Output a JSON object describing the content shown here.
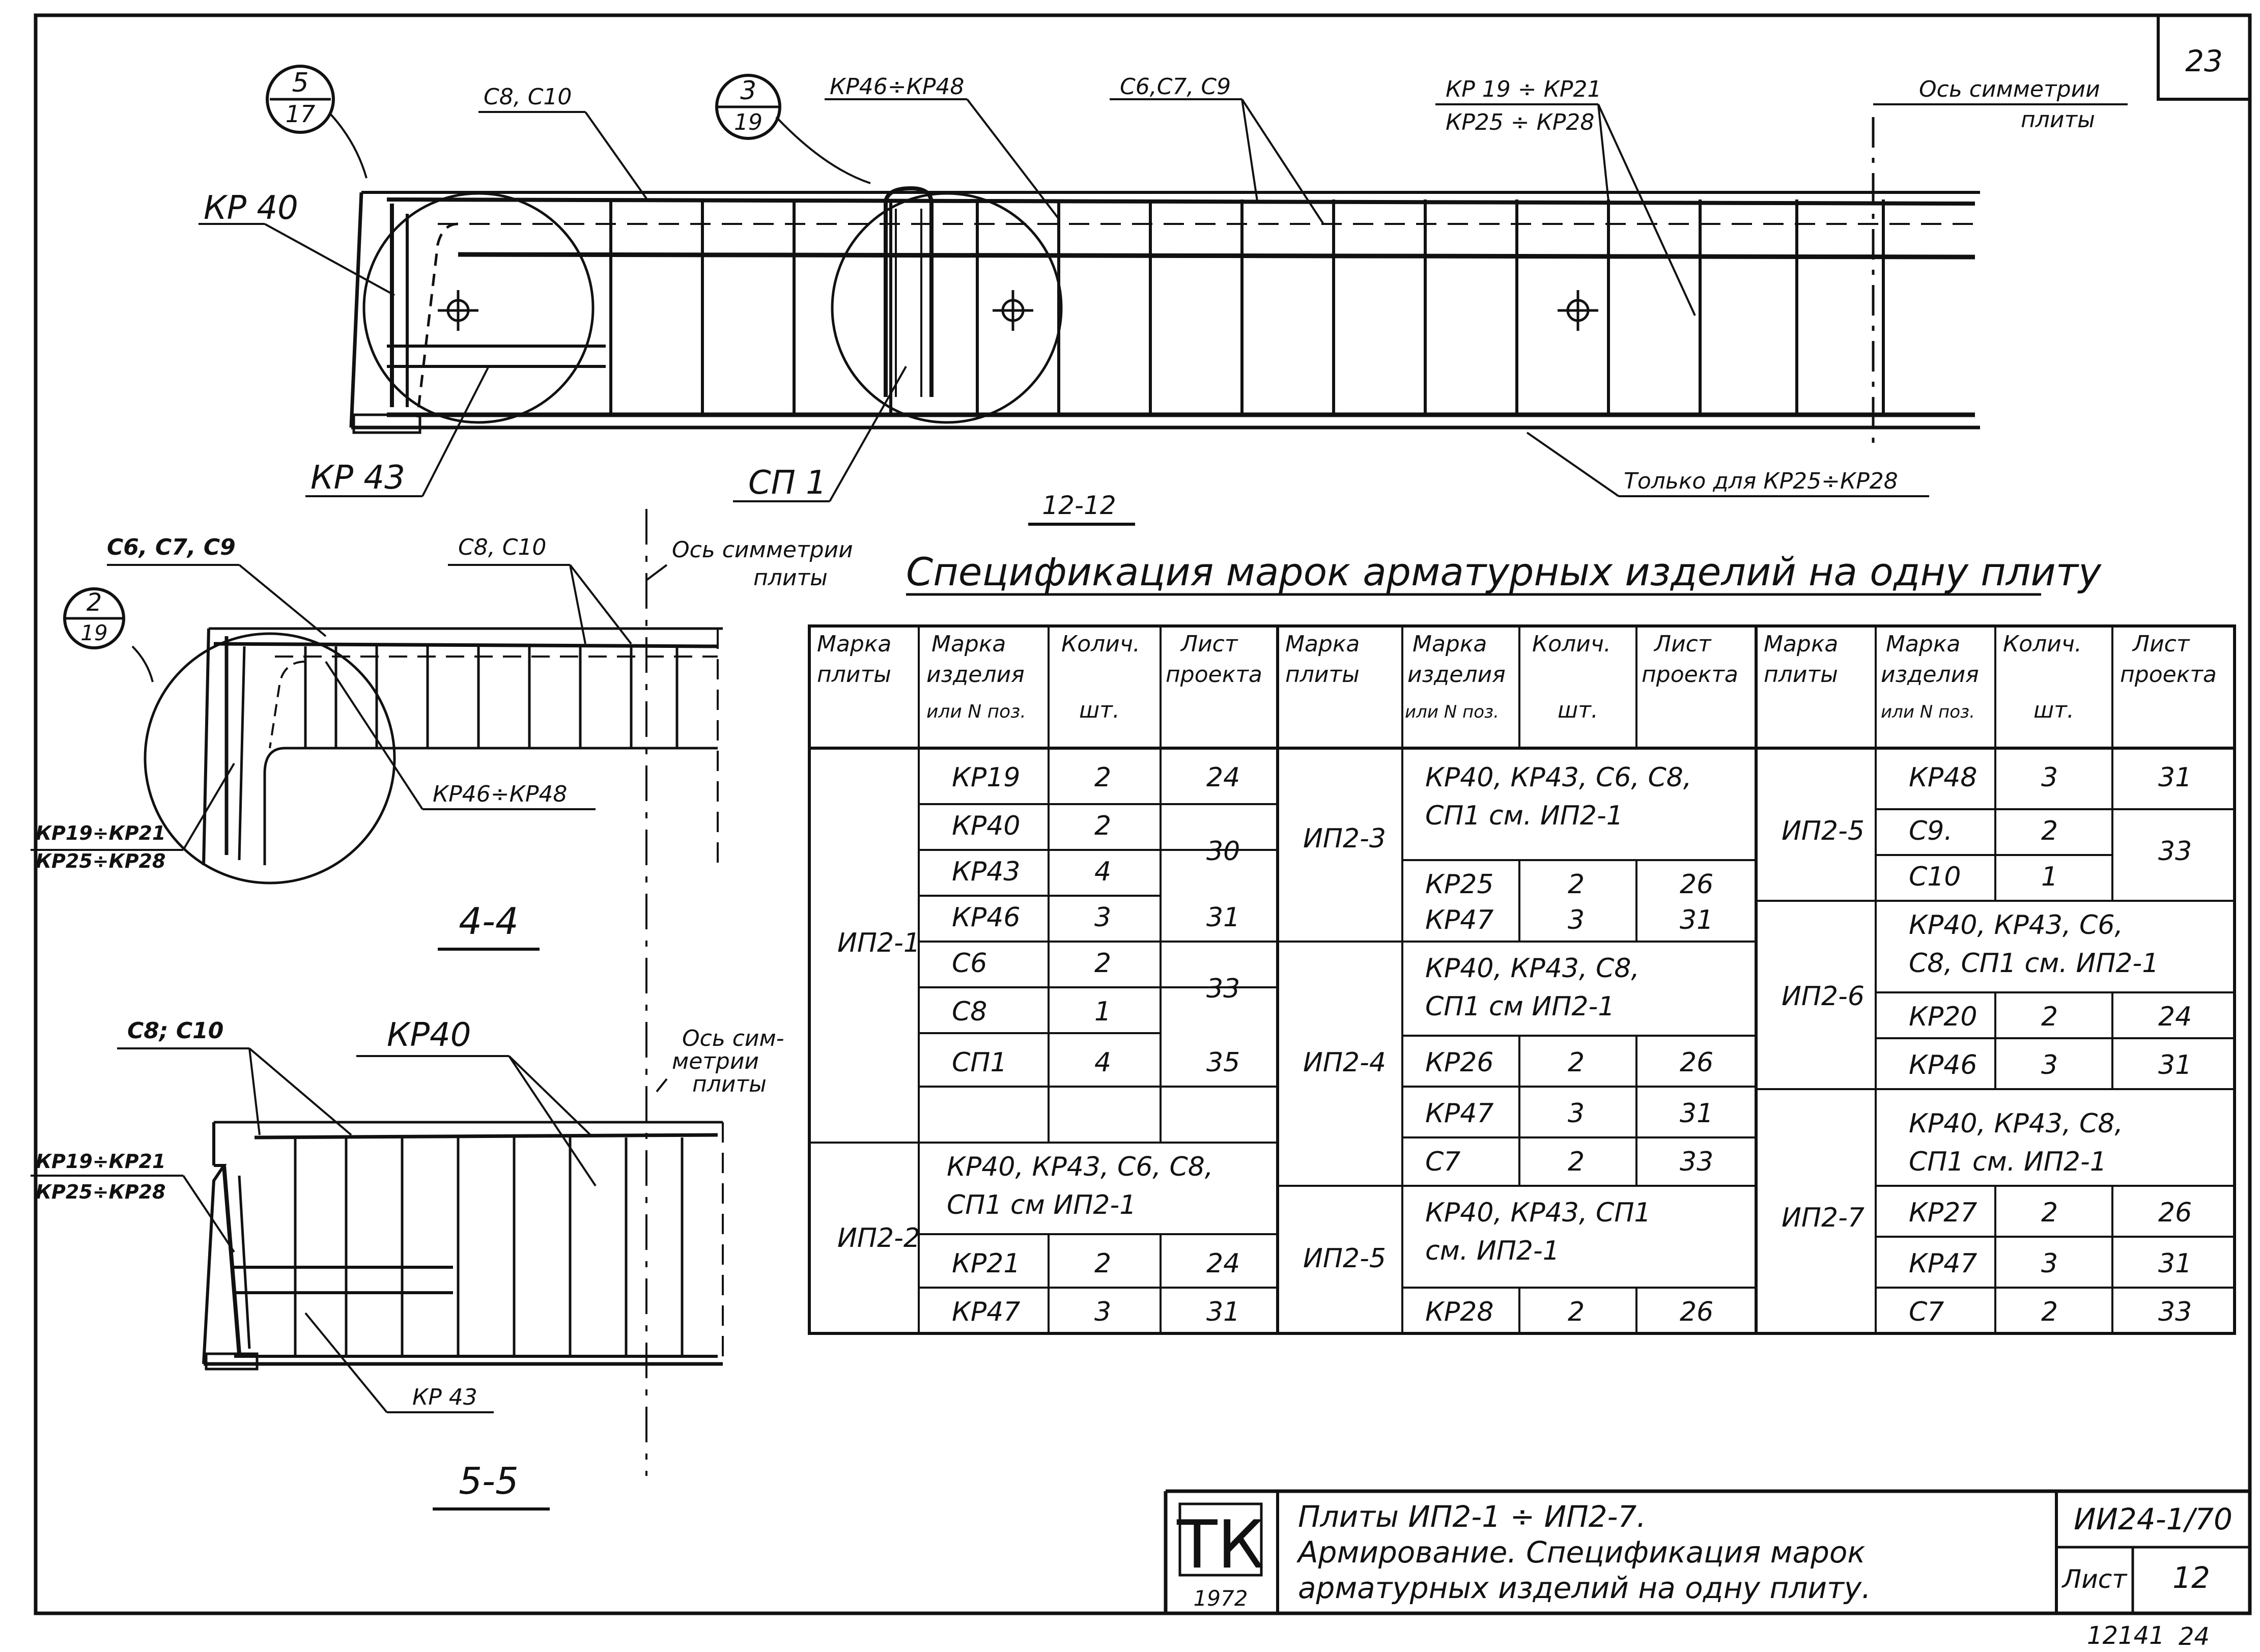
{
  "sheet": {
    "corner_number": "23",
    "section_12": "12-12",
    "section_44": "4-4",
    "section_55": "5-5"
  },
  "callouts": {
    "c1": {
      "top": "5",
      "bottom": "17"
    },
    "c2": {
      "top": "3",
      "bottom": "19"
    },
    "c3": {
      "top": "2",
      "bottom": "19"
    }
  },
  "labels_12": {
    "kp40": "КР 40",
    "c8c10": "С8, С10",
    "kp46_48": "КР46÷КР48",
    "c6c7c9": "С6,С7, С9",
    "kp19_21": "КР 19 ÷ КР21",
    "kp25_28": "КР25 ÷ КР28",
    "axis_1": "Ось симметрии",
    "axis_2": "плиты",
    "kp43": "КР 43",
    "sp1": "СП 1",
    "only_for": "Только для КР25÷КР28"
  },
  "labels_44": {
    "c6c7c9": "С6, С7, С9",
    "c8c10": "С8, С10",
    "axis_1": "Ось симметрии",
    "axis_2": "плиты",
    "kp46_48": "КР46÷КР48",
    "kp19_21": "КР19÷КР21",
    "kp25_28": "КР25÷КР28"
  },
  "labels_55": {
    "c8c10": "С8; С10",
    "kp40": "КР40",
    "axis_1": "Ось сим-",
    "axis_2": "метрии",
    "axis_3": "плиты",
    "kp19_21": "КР19÷КР21",
    "kp25_28": "КР25÷КР28",
    "kp43": "КР 43"
  },
  "spec": {
    "title": "Спецификация марок арматурных изделий на одну плиту",
    "headers": {
      "h1a": "Марка",
      "h1b": "плиты",
      "h2a": "Марка",
      "h2b": "изделия",
      "h2c": "или N поз.",
      "h3a": "Колич.",
      "h3b": "шт.",
      "h4a": "Лист",
      "h4b": "проекта"
    },
    "rows": {
      "ip21": {
        "mark": "ИП2-1",
        "r": [
          {
            "item": "КР19",
            "qty": "2",
            "sheet": "24"
          },
          {
            "item": "КР40",
            "qty": "2",
            "sheet": "30"
          },
          {
            "item": "КР43",
            "qty": "4"
          },
          {
            "item": "КР46",
            "qty": "3",
            "sheet": "31"
          },
          {
            "item": "С6",
            "qty": "2",
            "sheet": "33"
          },
          {
            "item": "С8",
            "qty": "1"
          },
          {
            "item": "СП1",
            "qty": "4",
            "sheet": "35"
          }
        ]
      },
      "ip22": {
        "mark": "ИП2-2",
        "note1": "КР40, КР43, С6, С8,",
        "note2": "СП1 см ИП2-1",
        "r": [
          {
            "item": "КР21",
            "qty": "2",
            "sheet": "24"
          },
          {
            "item": "КР47",
            "qty": "3",
            "sheet": "31"
          }
        ]
      },
      "ip23": {
        "mark": "ИП2-3",
        "note1": "КР40, КР43, С6, С8,",
        "note2": "СП1 см. ИП2-1",
        "r": [
          {
            "item": "КР25",
            "qty": "2",
            "sheet": "26"
          },
          {
            "item": "КР47",
            "qty": "3",
            "sheet": "31"
          }
        ]
      },
      "ip24": {
        "mark": "ИП2-4",
        "note1": "КР40, КР43, С8,",
        "note2": "СП1 см ИП2-1",
        "r": [
          {
            "item": "КР26",
            "qty": "2",
            "sheet": "26"
          },
          {
            "item": "КР47",
            "qty": "3",
            "sheet": "31"
          },
          {
            "item": "С7",
            "qty": "2",
            "sheet": "33"
          }
        ]
      },
      "ip25a": {
        "mark": "ИП2-5",
        "note1": "КР40, КР43, СП1",
        "note2": "см. ИП2-1",
        "r": [
          {
            "item": "КР28",
            "qty": "2",
            "sheet": "26"
          }
        ]
      },
      "ip25b": {
        "mark": "ИП2-5",
        "r": [
          {
            "item": "КР48",
            "qty": "3",
            "sheet": "31"
          },
          {
            "item": "С9.",
            "qty": "2",
            "sheet": "33"
          },
          {
            "item": "С10",
            "qty": "1"
          }
        ]
      },
      "ip26": {
        "mark": "ИП2-6",
        "note1": "КР40, КР43, С6,",
        "note2": "С8, СП1 см. ИП2-1",
        "r": [
          {
            "item": "КР20",
            "qty": "2",
            "sheet": "24"
          },
          {
            "item": "КР46",
            "qty": "3",
            "sheet": "31"
          }
        ]
      },
      "ip27": {
        "mark": "ИП2-7",
        "note1": "КР40, КР43, С8,",
        "note2": "СП1 см. ИП2-1",
        "r": [
          {
            "item": "КР27",
            "qty": "2",
            "sheet": "26"
          },
          {
            "item": "КР47",
            "qty": "3",
            "sheet": "31"
          },
          {
            "item": "С7",
            "qty": "2",
            "sheet": "33"
          }
        ]
      }
    }
  },
  "title_block": {
    "logo": "ТК",
    "year": "1972",
    "line1": "Плиты ИП2-1 ÷ ИП2-7.",
    "line2": "Армирование. Спецификация марок",
    "line3": "арматурных изделий на одну плиту.",
    "code": "ИИ24-1/70",
    "sheet_label": "Лист",
    "sheet_no": "12"
  },
  "footer": {
    "left": "12141",
    "right": "24"
  }
}
